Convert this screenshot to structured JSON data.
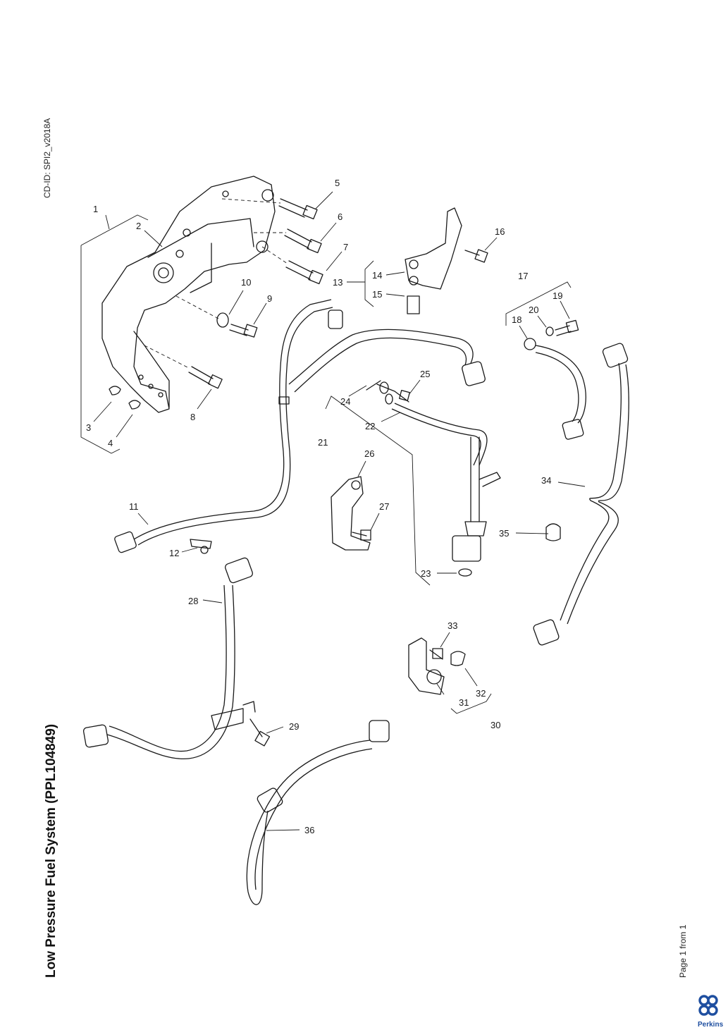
{
  "header": {
    "title": "Low Pressure Fuel System (PPL104849)",
    "doc_id": "CD-ID: SPI2_v2018A",
    "page_info": "Page 1 from 1"
  },
  "brand": {
    "name": "Perkins",
    "logo_icon": "perkins-logo-icon",
    "color": "#1f4fa0"
  },
  "callouts": [
    "1",
    "2",
    "3",
    "4",
    "5",
    "6",
    "7",
    "8",
    "9",
    "10",
    "11",
    "12",
    "13",
    "14",
    "15",
    "16",
    "17",
    "18",
    "19",
    "20",
    "21",
    "22",
    "23",
    "24",
    "25",
    "26",
    "27",
    "28",
    "29",
    "30",
    "31",
    "32",
    "33",
    "34",
    "35",
    "36"
  ]
}
